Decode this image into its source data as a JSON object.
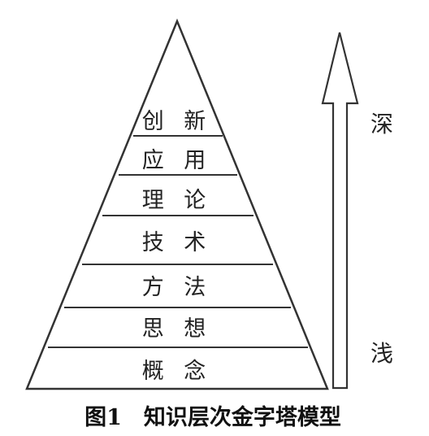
{
  "diagram": {
    "layers": [
      {
        "label": "创 新"
      },
      {
        "label": "应 用"
      },
      {
        "label": "理 论"
      },
      {
        "label": "技 术"
      },
      {
        "label": "方 法"
      },
      {
        "label": "思 想"
      },
      {
        "label": "概 念"
      }
    ],
    "depth_axis": {
      "top_label": "深",
      "bottom_label": "浅"
    },
    "caption": "图1　知识层次金字塔模型",
    "colors": {
      "stroke": "#333333",
      "background": "#ffffff",
      "text": "#222222"
    }
  }
}
